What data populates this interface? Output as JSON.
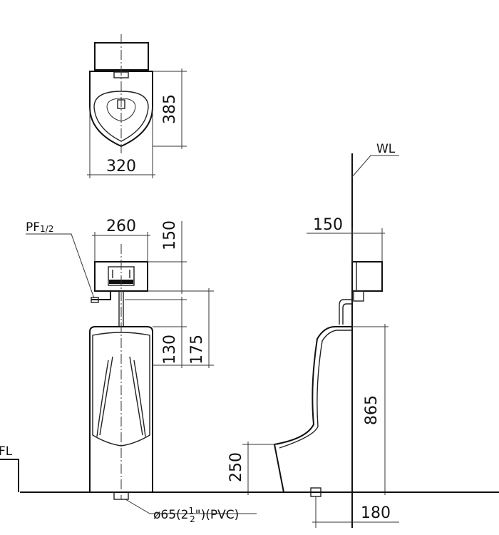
{
  "labels": {
    "wl": "WL",
    "pf_main": "PF",
    "pf_sub": "1/2",
    "fl": "FL",
    "pipe_a": "ø65(2",
    "pipe_num": "1",
    "pipe_den": "2",
    "pipe_b": "\")(PVC)"
  },
  "dimensions": {
    "top_height": "385",
    "top_width": "320",
    "front_sensor_width": "260",
    "front_sensor_height": "150",
    "front_gap_a": "130",
    "front_gap_b": "175",
    "side_sensor_depth": "150",
    "side_height": "865",
    "side_base_height": "250",
    "side_floor_offset": "180"
  }
}
